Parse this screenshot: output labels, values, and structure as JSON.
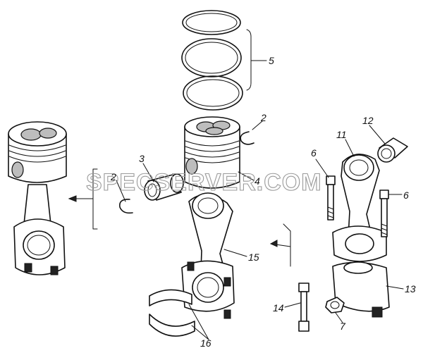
{
  "watermark": "SPECSERVER.COM",
  "callouts": {
    "piston_rings": "5",
    "circlip_right": "2",
    "circlip_left": "2",
    "piston_pin": "3",
    "piston": "4",
    "conrod_bushing": "12",
    "conrod_right": "11",
    "bolt_left": "6",
    "bolt_right": "6",
    "conrod_center": "15",
    "cap": "13",
    "cap_bolt": "14",
    "nut": "7",
    "bearing_shells": "16"
  },
  "colors": {
    "ink": "#111111",
    "watermark": "#9a9a9a",
    "background": "#ffffff"
  }
}
